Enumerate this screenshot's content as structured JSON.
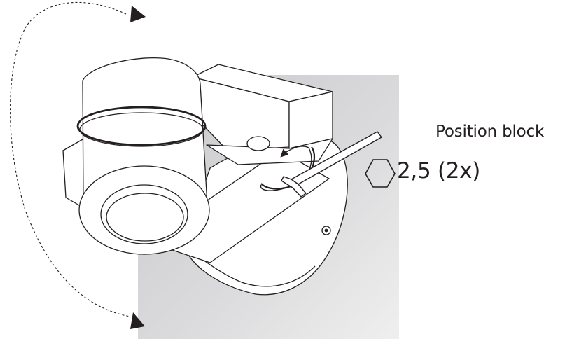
{
  "labels": {
    "position": "Position block",
    "allen_key_size": "2,5 (2x)"
  },
  "icons": {
    "hex_key": "hexagon-icon",
    "rotation": "dashed-curved-arrow",
    "tighten": "circular-arrow"
  },
  "colors": {
    "line": "#231f20",
    "wall_light": "#ececec",
    "wall_dark": "#c9c9cb",
    "body": "#ffffff"
  }
}
